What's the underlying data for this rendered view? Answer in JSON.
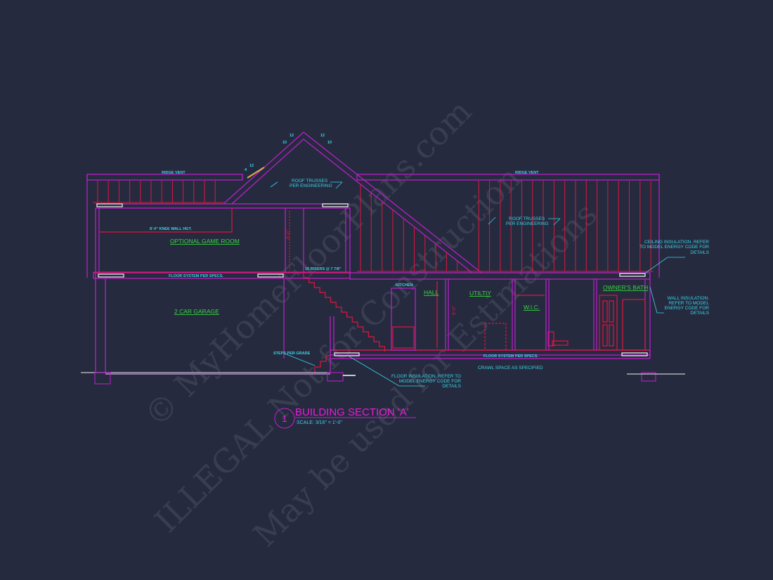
{
  "drawing": {
    "labels": {
      "ridge_vent_left": "RIDGE VENT",
      "ridge_vent_right": "RIDGE VENT",
      "roof_trusses_left_1": "ROOF  TRUSSES",
      "roof_trusses_left_2": "PER ENGINEERING",
      "roof_trusses_right_1": "ROOF  TRUSSES",
      "roof_trusses_right_2": "PER ENGINEERING",
      "knee_wall": "8'-0\" KNEE WALL HGT.",
      "floor_system_upper": "FLOOR SYSTEM PER SPECS.",
      "floor_system_lower": "FLOOR SYSTEM PER SPECS.",
      "risers": "16 RISERS @ 7 7/8\"",
      "steps_per_grade": "STEPS PER GRADE",
      "kitchen": "KITCHEN",
      "crawl_space": "CRAWL SPACE AS SPECIFIED",
      "ceiling_insulation": [
        "CEILING INSULATION. REFER",
        "TO MODEL ENERGY CODE FOR",
        "DETAILS"
      ],
      "wall_insulation": [
        "WALL INSULATION.",
        "REFER TO MODEL",
        "ENERGY CODE FOR",
        "DETAILS"
      ],
      "floor_insulation": [
        "FLOOR INSULATION. REFER TO",
        "MODEL ENERGY CODE FOR",
        "DETAILS"
      ],
      "dim_upper": "8'-0\"",
      "dim_lower": "9'-0\""
    },
    "pitches": {
      "left_rise": "10",
      "left_run": "12",
      "right_rise": "10",
      "right_run": "12",
      "porch_rise": "4",
      "porch_run": "12"
    },
    "rooms": {
      "game_room": "OPTIONAL GAME ROOM",
      "garage": "2 CAR GARAGE",
      "hall": "HALL",
      "utility": "UTILTIY",
      "wic": "W.I.C.",
      "owners_bath": "OWNER'S BATH"
    },
    "title": {
      "number": "1",
      "name": "BUILDING SECTION 'A'",
      "scale": "SCALE:  3/16\" = 1'-0\""
    }
  },
  "watermark": [
    "© MyHomeFloorPlans.com",
    "ILLEGAL Not for Construction",
    "May be used for Estimations"
  ],
  "colors": {
    "background": "#262a3f",
    "wall": "#c21fd0",
    "framing": "#e0153f",
    "annotation": "#35d6e6",
    "room": "#34d93a",
    "title": "#e81ed8"
  }
}
